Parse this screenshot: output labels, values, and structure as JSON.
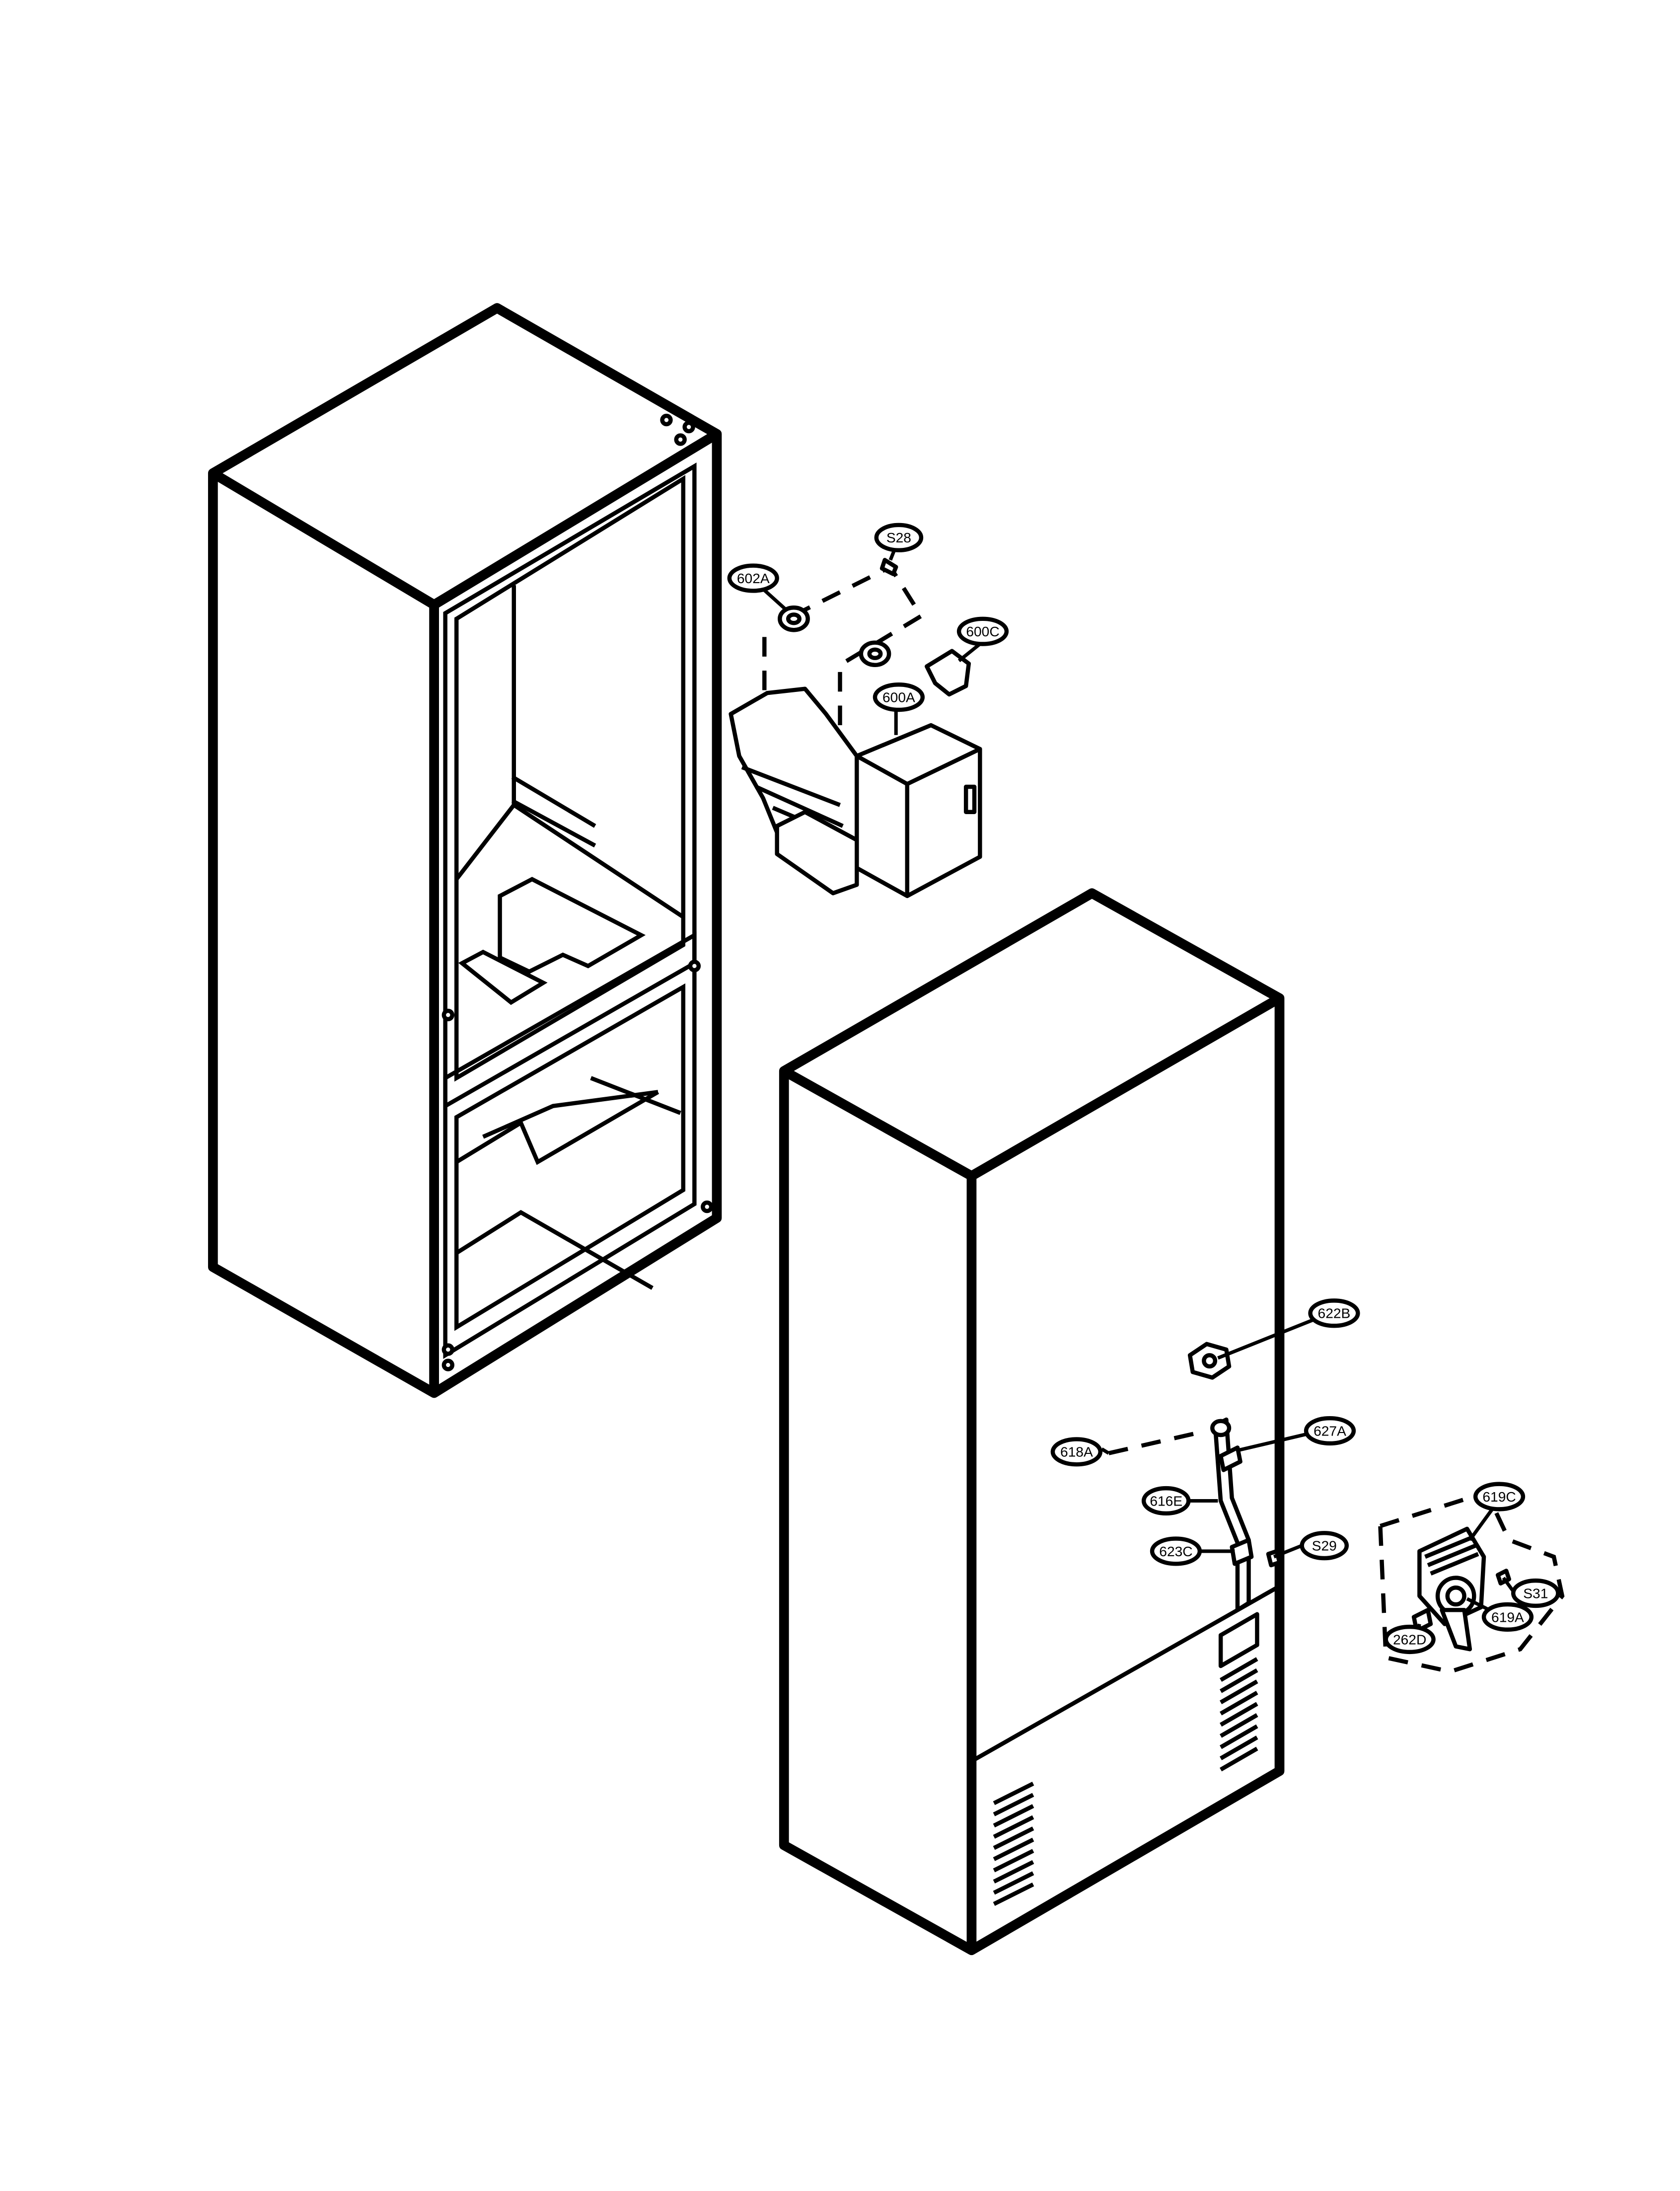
{
  "diagram": {
    "assemblies": [
      {
        "id": "cabinet-front-open"
      },
      {
        "id": "cabinet-rear"
      },
      {
        "id": "ice-maker-assembly"
      },
      {
        "id": "water-valve-assembly"
      }
    ],
    "callouts": [
      {
        "id": "S28",
        "label": "S28"
      },
      {
        "id": "602A",
        "label": "602A"
      },
      {
        "id": "600C",
        "label": "600C"
      },
      {
        "id": "600A",
        "label": "600A"
      },
      {
        "id": "622B",
        "label": "622B"
      },
      {
        "id": "627A",
        "label": "627A"
      },
      {
        "id": "618A",
        "label": "618A"
      },
      {
        "id": "616E",
        "label": "616E"
      },
      {
        "id": "623C",
        "label": "623C"
      },
      {
        "id": "S29",
        "label": "S29"
      },
      {
        "id": "619C",
        "label": "619C"
      },
      {
        "id": "S31",
        "label": "S31"
      },
      {
        "id": "619A",
        "label": "619A"
      },
      {
        "id": "262D",
        "label": "262D"
      }
    ]
  }
}
